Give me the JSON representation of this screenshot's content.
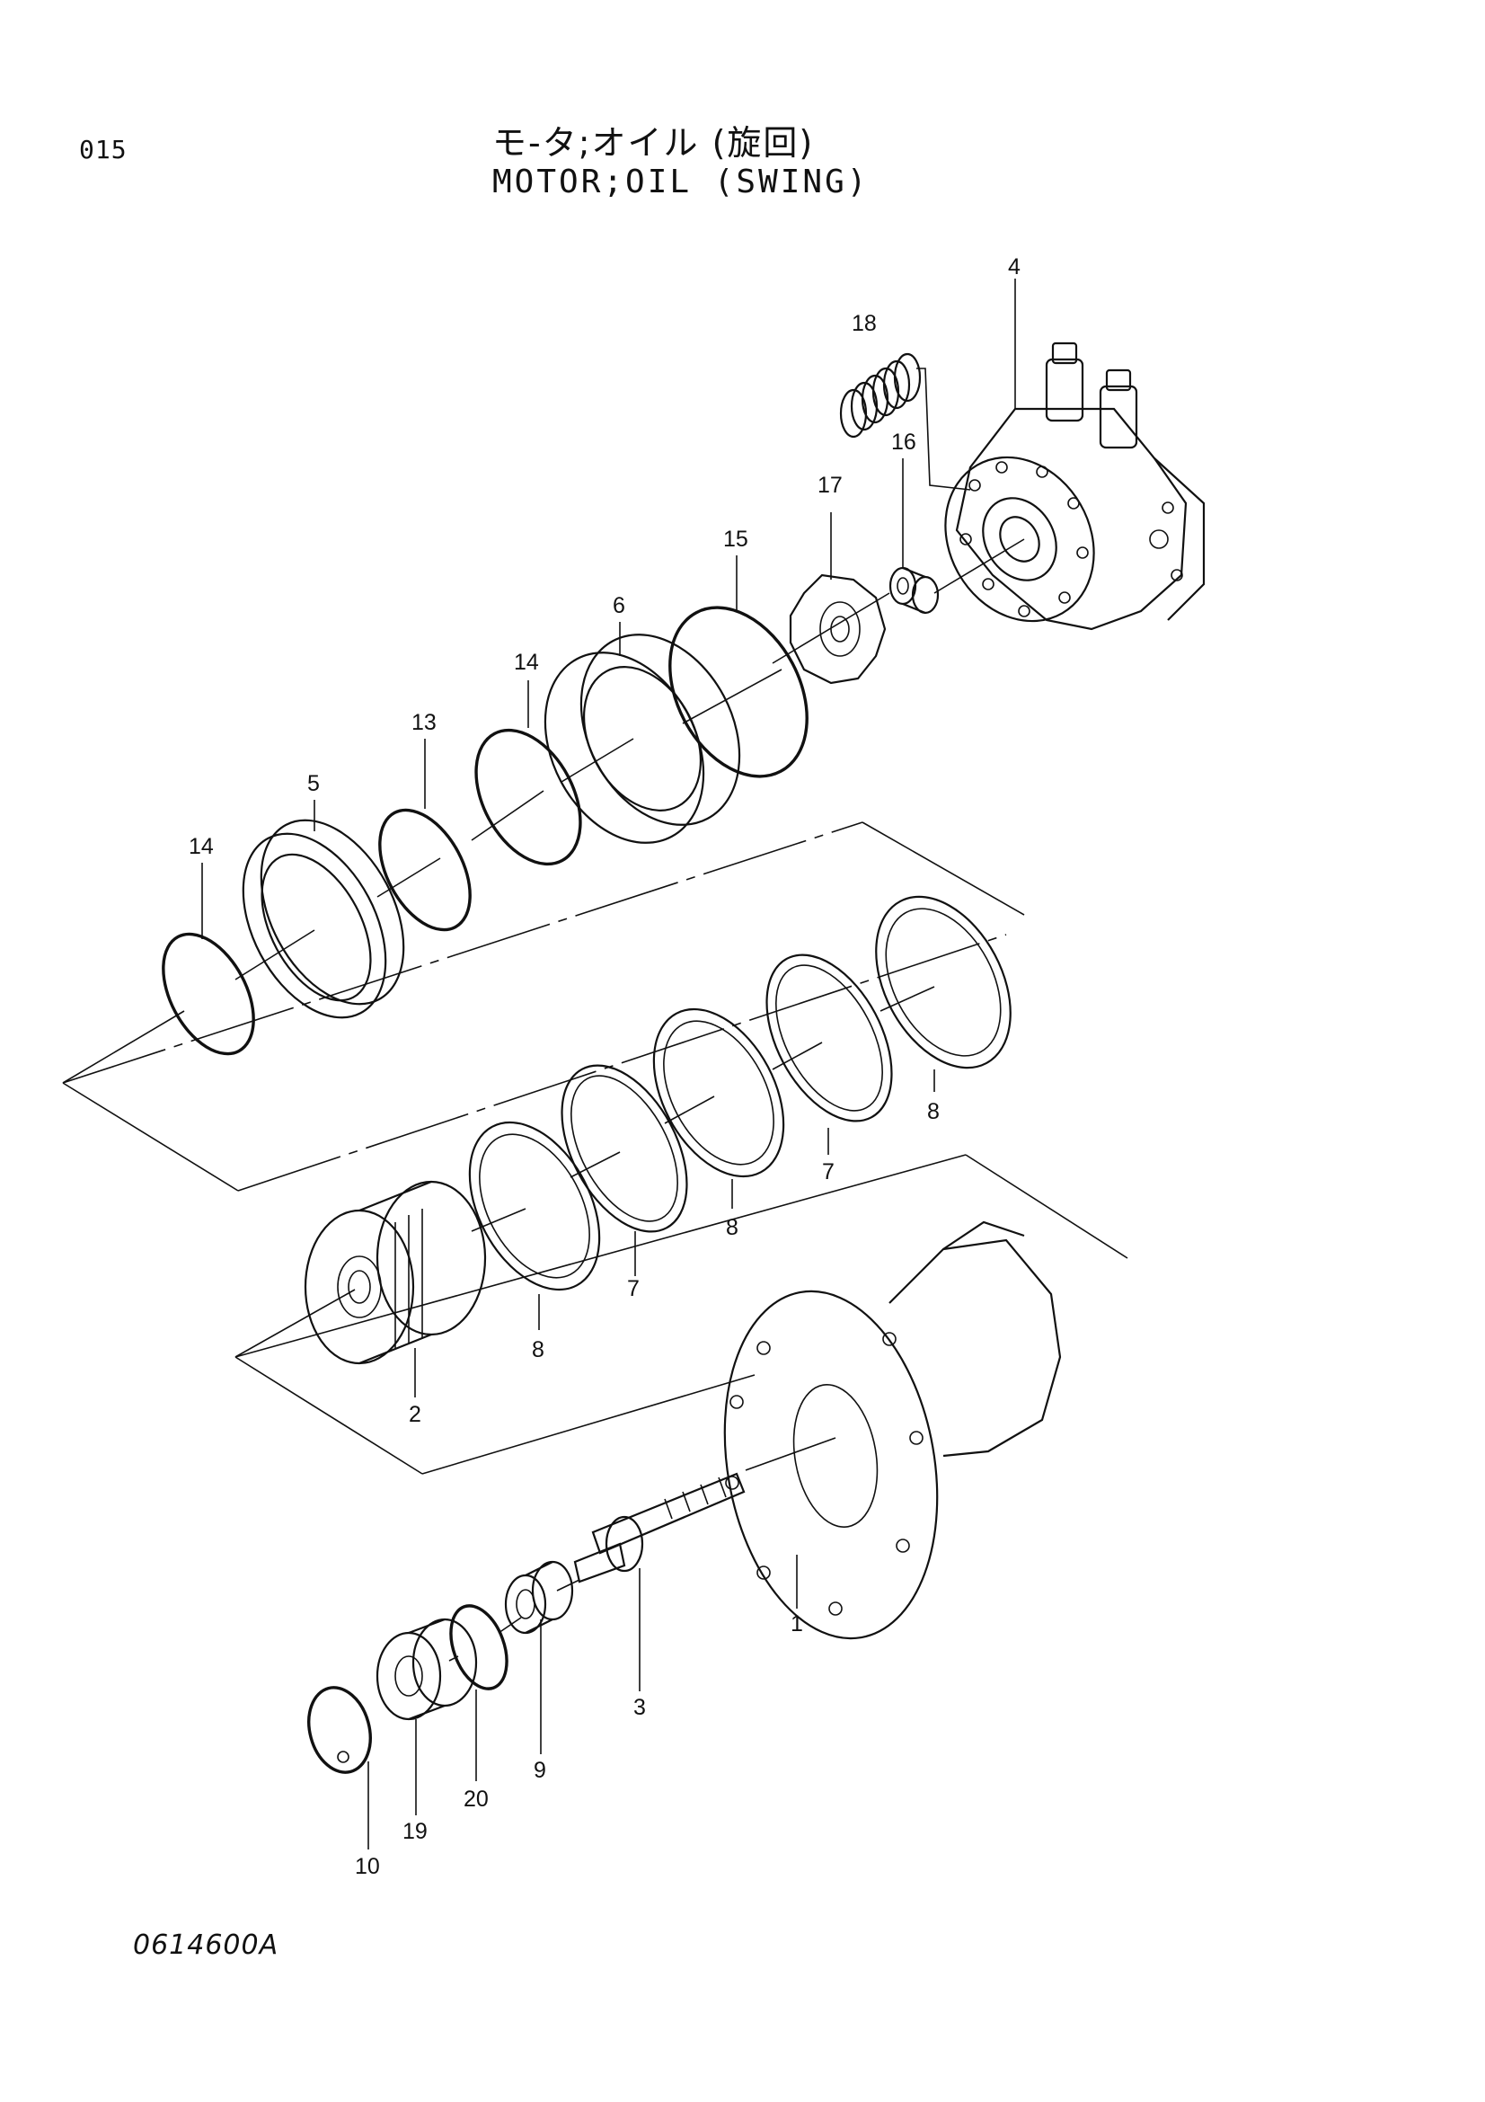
{
  "header": {
    "page_number": "015",
    "title_jp": "モ-タ;オイル (旋回)",
    "title_en": "MOTOR;OIL (SWING)"
  },
  "footer": {
    "drawing_code": "0614600A"
  },
  "callouts": [
    {
      "id": "c4",
      "label": "4"
    },
    {
      "id": "c18",
      "label": "18"
    },
    {
      "id": "c16",
      "label": "16"
    },
    {
      "id": "c17",
      "label": "17"
    },
    {
      "id": "c15",
      "label": "15"
    },
    {
      "id": "c6",
      "label": "6"
    },
    {
      "id": "c14a",
      "label": "14"
    },
    {
      "id": "c13",
      "label": "13"
    },
    {
      "id": "c5",
      "label": "5"
    },
    {
      "id": "c14b",
      "label": "14"
    },
    {
      "id": "c8a",
      "label": "8"
    },
    {
      "id": "c7a",
      "label": "7"
    },
    {
      "id": "c8b",
      "label": "8"
    },
    {
      "id": "c7b",
      "label": "7"
    },
    {
      "id": "c8c",
      "label": "8"
    },
    {
      "id": "c2",
      "label": "2"
    },
    {
      "id": "c1",
      "label": "1"
    },
    {
      "id": "c3",
      "label": "3"
    },
    {
      "id": "c9",
      "label": "9"
    },
    {
      "id": "c20",
      "label": "20"
    },
    {
      "id": "c19",
      "label": "19"
    },
    {
      "id": "c10",
      "label": "10"
    }
  ]
}
